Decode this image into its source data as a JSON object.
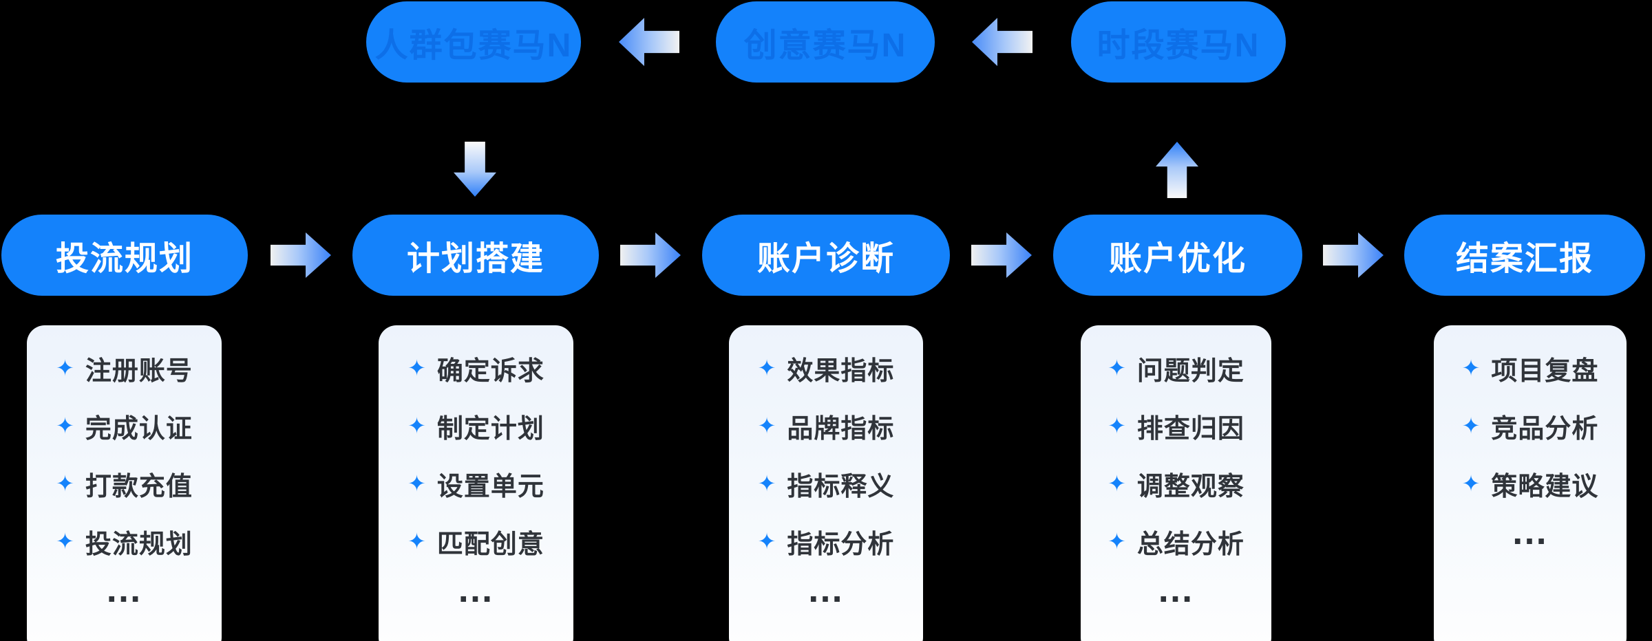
{
  "canvas": {
    "background": "#000000"
  },
  "colors": {
    "pill_bg": "#1482FB",
    "pill_text_white": "#FFFFFF",
    "race_pill_text": "#0D6FE8",
    "arrow_blue": "#2E7FF7",
    "arrow_light": "#F0F0F0",
    "card_bg_top": "#EDF3FC",
    "card_bg_bottom": "#FEFEFE",
    "bullet_blue": "#1583FB",
    "item_text": "#30343A"
  },
  "icons": {
    "bullet": "✦",
    "ellipsis": "…",
    "arrow_right": "block-arrow-right",
    "arrow_left": "block-arrow-left",
    "arrow_up": "block-arrow-up",
    "arrow_down": "block-arrow-down"
  },
  "top_row": {
    "nodes": [
      {
        "label": "人群包赛马N"
      },
      {
        "label": "创意赛马N"
      },
      {
        "label": "时段赛马N"
      }
    ]
  },
  "flow": {
    "stages": [
      {
        "label": "投流规划",
        "items": [
          "注册账号",
          "完成认证",
          "打款充值",
          "投流规划",
          "…"
        ]
      },
      {
        "label": "计划搭建",
        "items": [
          "确定诉求",
          "制定计划",
          "设置单元",
          "匹配创意",
          "…"
        ]
      },
      {
        "label": "账户诊断",
        "items": [
          "效果指标",
          "品牌指标",
          "指标释义",
          "指标分析",
          "…"
        ]
      },
      {
        "label": "账户优化",
        "items": [
          "问题判定",
          "排查归因",
          "调整观察",
          "总结分析",
          "…"
        ]
      },
      {
        "label": "结案汇报",
        "items": [
          "项目复盘",
          "竞品分析",
          "策略建议",
          "…"
        ]
      }
    ]
  }
}
